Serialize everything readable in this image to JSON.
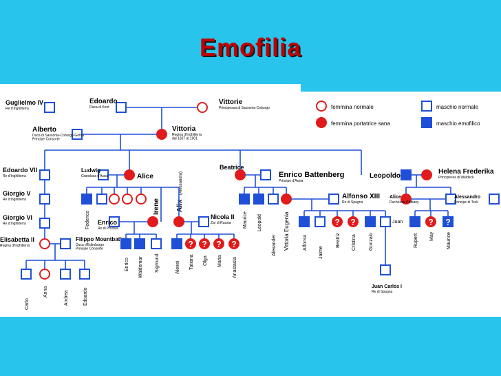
{
  "title": "Emofilia",
  "colors": {
    "background": "#28c4ec",
    "male": "#1f4fd6",
    "female": "#e11b1b",
    "line": "#1f4fd6",
    "unknown_text": "#ffffff"
  },
  "legend": {
    "female_normal": "femmina normale",
    "female_carrier": "femmina portatrice sana",
    "male_normal": "maschio normale",
    "male_hemophiliac": "maschio emofilico"
  },
  "persons": [
    {
      "name": "Guglielmo IV",
      "subtitle": "Re d'Inghilterra"
    },
    {
      "name": "Edoardo",
      "subtitle": "Duca di Kent"
    },
    {
      "name": "Vittorie",
      "subtitle": "Principessa di Sassonia-Coburgo"
    },
    {
      "name": "Alberto",
      "subtitle": "Duca di Sassonia-Coburgo-Gotha\nPrincipe Consorte"
    },
    {
      "name": "Vittoria",
      "subtitle": "Regina d'Inghilterra\ndal 1837 al 1901"
    },
    {
      "name": "Edoardo VII",
      "subtitle": "Re d'Inghilterra"
    },
    {
      "name": "Giorgio V",
      "subtitle": "Re d'Inghilterra"
    },
    {
      "name": "Giorgio VI",
      "subtitle": "Re d'Inghilterra"
    },
    {
      "name": "Elisabetta II",
      "subtitle": "Regina d'Inghilterra"
    },
    {
      "name": "Filippo Mountbatten",
      "subtitle": "Duca d'Edimburgo\nPrincipe Consorte"
    },
    {
      "name": "Carlo",
      "subtitle": "Principe di Galles"
    },
    {
      "name": "Anna",
      "subtitle": ""
    },
    {
      "name": "Andrea",
      "subtitle": ""
    },
    {
      "name": "Edoardo",
      "subtitle": ""
    },
    {
      "name": "Ludwig",
      "subtitle": "Granduca d'Assia"
    },
    {
      "name": "Alice",
      "subtitle": ""
    },
    {
      "name": "Federico",
      "subtitle": ""
    },
    {
      "name": "Irene",
      "subtitle": ""
    },
    {
      "name": "Alix",
      "subtitle": "(Alessandra)"
    },
    {
      "name": "Enrico",
      "subtitle": "Re di Prussia"
    },
    {
      "name": "Nicola II",
      "subtitle": "Zar di Russia"
    },
    {
      "name": "Enrico",
      "subtitle": ""
    },
    {
      "name": "Waldemar",
      "subtitle": ""
    },
    {
      "name": "Sigmund",
      "subtitle": ""
    },
    {
      "name": "Alexei",
      "subtitle": ""
    },
    {
      "name": "Tatiana",
      "subtitle": ""
    },
    {
      "name": "Olga",
      "subtitle": ""
    },
    {
      "name": "Maria",
      "subtitle": ""
    },
    {
      "name": "Anastasia",
      "subtitle": ""
    },
    {
      "name": "Beatrice",
      "subtitle": ""
    },
    {
      "name": "Enrico Battenberg",
      "subtitle": "Principe d'Assia"
    },
    {
      "name": "Maurice",
      "subtitle": ""
    },
    {
      "name": "Leopold",
      "subtitle": ""
    },
    {
      "name": "Alexander",
      "subtitle": ""
    },
    {
      "name": "Vittoria Eugenia",
      "subtitle": ""
    },
    {
      "name": "Alfonso XIII",
      "subtitle": "Re di Spagna"
    },
    {
      "name": "Alfonso",
      "subtitle": ""
    },
    {
      "name": "Jaime",
      "subtitle": ""
    },
    {
      "name": "Beatriz",
      "subtitle": ""
    },
    {
      "name": "Cristina",
      "subtitle": ""
    },
    {
      "name": "Gonzalo",
      "subtitle": ""
    },
    {
      "name": "Juan",
      "subtitle": ""
    },
    {
      "name": "Juan Carlos I",
      "subtitle": "Re di Spagna"
    },
    {
      "name": "Leopoldo",
      "subtitle": ""
    },
    {
      "name": "Helena Frederika",
      "subtitle": "Principessa di Waldeck"
    },
    {
      "name": "Alice",
      "subtitle": "Duchessa d'Albany"
    },
    {
      "name": "Alessandro",
      "subtitle": "Principe di Teck"
    },
    {
      "name": "Rupert",
      "subtitle": ""
    },
    {
      "name": "May",
      "subtitle": ""
    },
    {
      "name": "Maurice",
      "subtitle": ""
    }
  ]
}
